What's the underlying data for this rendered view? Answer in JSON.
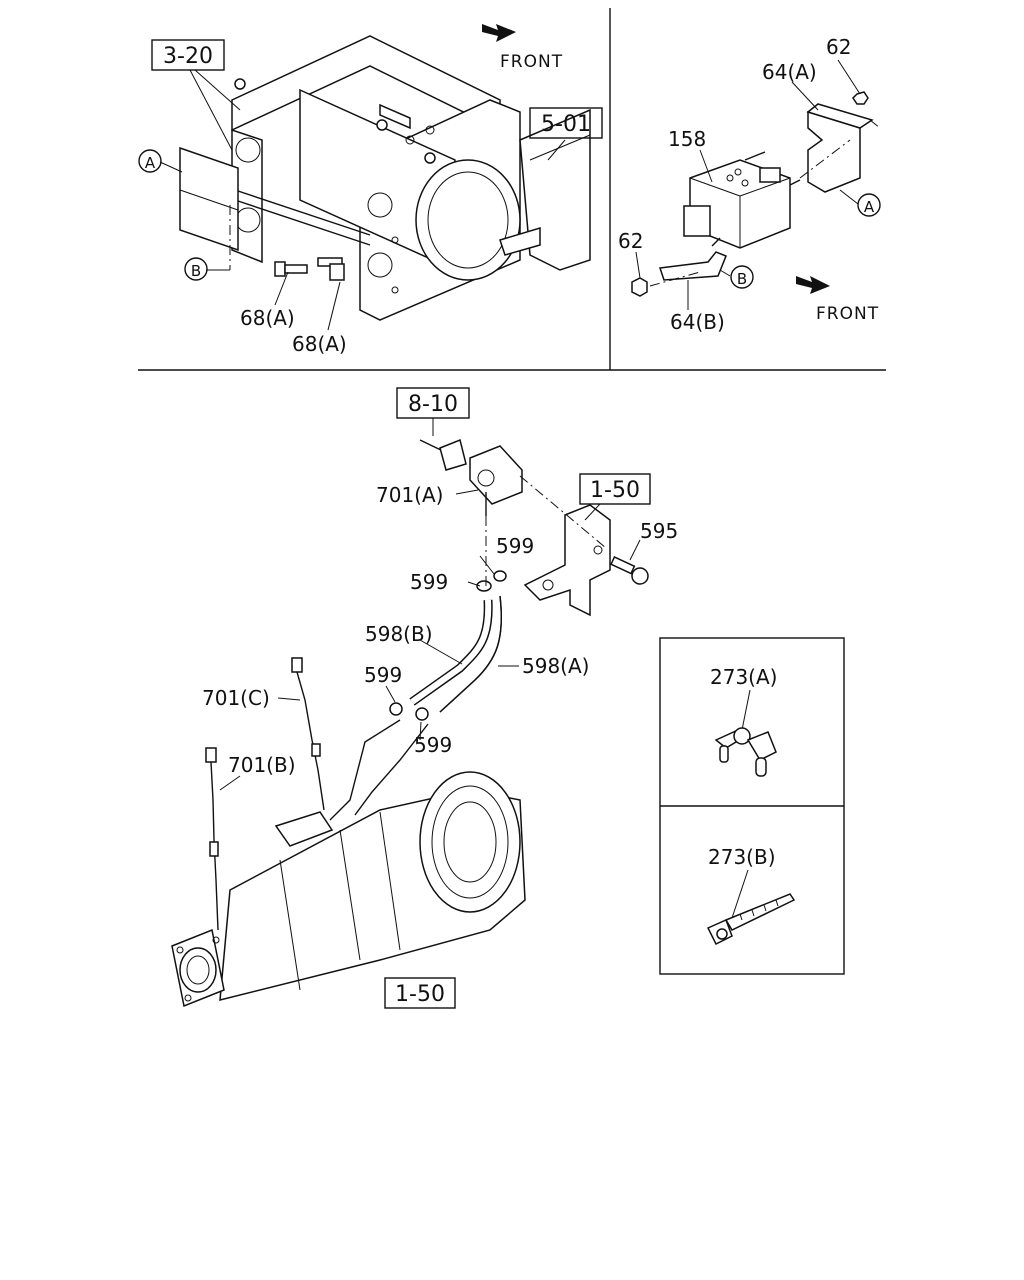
{
  "front_labels": {
    "top_left": "FRONT",
    "top_right": "FRONT"
  },
  "refs": {
    "r320": "3-20",
    "r501": "5-01",
    "r810": "8-10",
    "r150_bracket": "1-50",
    "r150_dpf": "1-50"
  },
  "circles": {
    "a": "A",
    "b": "B"
  },
  "labels": {
    "p68a_1": "68(A)",
    "p68a_2": "68(A)",
    "p62_top": "62",
    "p64a": "64(A)",
    "p158": "158",
    "p62_left": "62",
    "p64b": "64(B)",
    "p701a": "701(A)",
    "p595": "595",
    "p599_1": "599",
    "p599_2": "599",
    "p598b": "598(B)",
    "p598a": "598(A)",
    "p599_3": "599",
    "p599_4": "599",
    "p701c": "701(C)",
    "p701b": "701(B)",
    "p273a": "273(A)",
    "p273b": "273(B)"
  }
}
